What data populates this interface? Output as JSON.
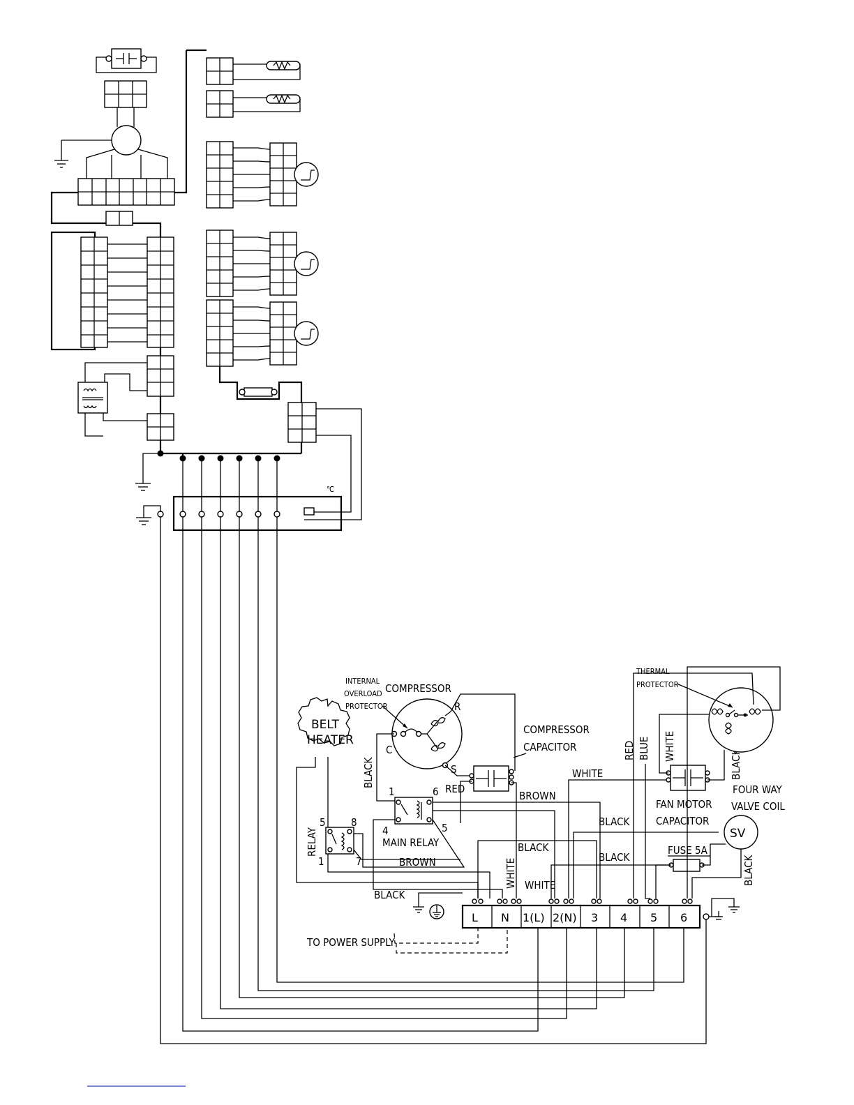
{
  "labels": {
    "compressor": "COMPRESSOR",
    "internal_overload_1": "INTERNAL",
    "internal_overload_2": "OVERLOAD",
    "internal_overload_3": "PROTECTOR",
    "belt_heater_1": "BELT",
    "belt_heater_2": "HEATER",
    "compressor_capacitor_1": "COMPRESSOR",
    "compressor_capacitor_2": "CAPACITOR",
    "thermal_protector_1": "THERMAL",
    "thermal_protector_2": "PROTECTOR",
    "fan_motor_capacitor_1": "FAN MOTOR",
    "fan_motor_capacitor_2": "CAPACITOR",
    "four_way_1": "FOUR WAY",
    "four_way_2": "VALVE COIL",
    "sv": "SV",
    "main_relay": "MAIN RELAY",
    "relay": "RELAY",
    "fuse": "FUSE 5A",
    "to_power_supply": "TO POWER SUPPLY",
    "pin_c": "C",
    "pin_r": "R",
    "pin_s": "S",
    "celsius": "℃"
  },
  "wire_colors": {
    "black_compressor": "BLACK",
    "red_cap": "RED",
    "brown_cap": "BROWN",
    "white_top": "WHITE",
    "red_vert": "RED",
    "blue_vert": "BLUE",
    "white_fan": "WHITE",
    "black_fan": "BLACK",
    "black_relay_right": "BLACK",
    "black_mid": "BLACK",
    "black_fuse": "BLACK",
    "brown_relay": "BROWN",
    "white_n": "WHITE",
    "white_mid": "WHITE",
    "black_ground": "BLACK",
    "black_sv": "BLACK"
  },
  "main_relay_pins": {
    "p1": "1",
    "p6": "6",
    "p4": "4",
    "p5": "5"
  },
  "relay_pins": {
    "p5": "5",
    "p8": "8",
    "p1": "1",
    "p7": "7"
  },
  "terminal_block": [
    "L",
    "N",
    "1(L)",
    "2(N)",
    "3",
    "4",
    "5",
    "6"
  ]
}
